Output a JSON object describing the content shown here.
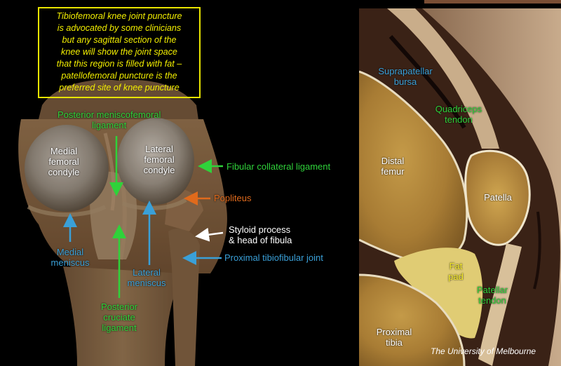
{
  "callout": {
    "lines": [
      "Tibiofemoral knee joint puncture",
      "is advocated by some clinicians",
      "but any sagittal section of the",
      "knee will show the joint space",
      "that this region is filled with fat –",
      "patellofemoral puncture is the",
      "preferred site of knee puncture"
    ],
    "border_color": "#e8e400",
    "text_color": "#f2ee00"
  },
  "left_labels": {
    "posterior_meniscofemoral": [
      "Posterior meniscofemoral",
      "ligament"
    ],
    "medial_femoral_condyle": [
      "Medial",
      "femoral",
      "condyle"
    ],
    "lateral_femoral_condyle": [
      "Lateral",
      "femoral",
      "condyle"
    ],
    "fibular_collateral": "Fibular collateral ligament",
    "popliteus": "Popliteus",
    "styloid_process": [
      "Styloid process",
      "& head of fibula"
    ],
    "proximal_tibiofibular": "Proximal tibiofibular joint",
    "medial_meniscus": [
      "Medial",
      "meniscus"
    ],
    "lateral_meniscus": [
      "Lateral",
      "meniscus"
    ],
    "posterior_cruciate": [
      "Posterior",
      "cruciate",
      "ligament"
    ]
  },
  "right_labels": {
    "suprapatellar_bursa": [
      "Suprapatellar",
      "bursa"
    ],
    "quadriceps_tendon": [
      "Quadriceps",
      "tendon"
    ],
    "distal_femur": [
      "Distal",
      "femur"
    ],
    "patella": "Patella",
    "fat_pad": [
      "Fat",
      "pad"
    ],
    "patellar_tendon": [
      "Patellar",
      "tendon"
    ],
    "proximal_tibia": [
      "Proximal",
      "tibia"
    ]
  },
  "credit": "The University of Melbourne",
  "colors": {
    "green": "#2fd23a",
    "blue": "#3aa0d8",
    "orange": "#e06a1c",
    "white": "#ffffff",
    "yellow": "#f5ea2a"
  }
}
